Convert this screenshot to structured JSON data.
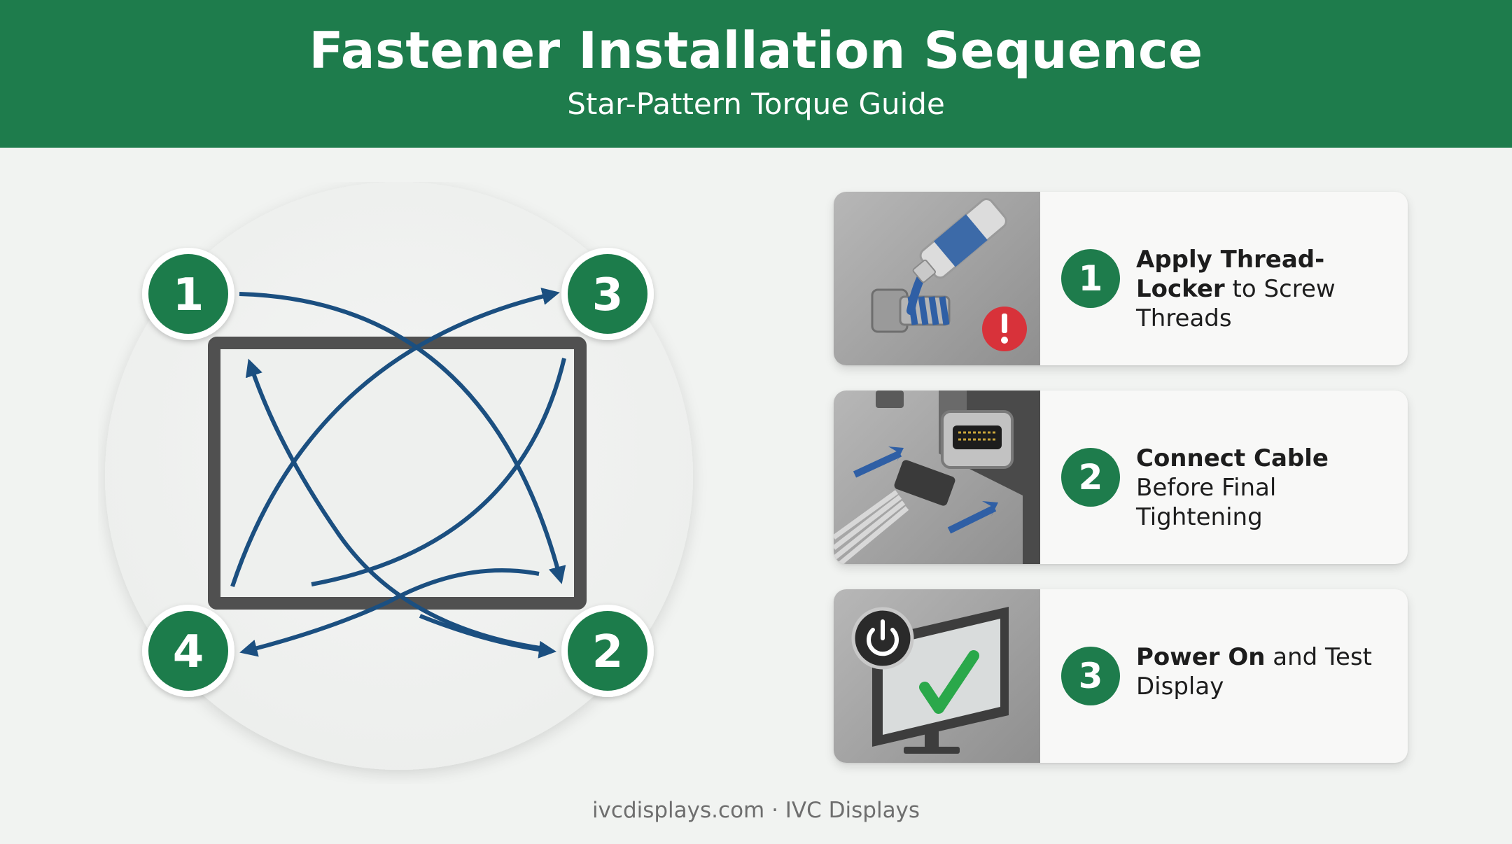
{
  "header": {
    "title": "Fastener Installation Sequence",
    "subtitle": "Star-Pattern Torque Guide"
  },
  "diagram": {
    "fasteners": [
      {
        "number": "1",
        "corner": "top-left"
      },
      {
        "number": "3",
        "corner": "top-right"
      },
      {
        "number": "4",
        "corner": "bottom-left"
      },
      {
        "number": "2",
        "corner": "bottom-right"
      }
    ],
    "colors": {
      "badge": "#1e7c4c",
      "arrow": "#1b4f80",
      "frame": "#505050"
    }
  },
  "steps": [
    {
      "number": "1",
      "bold": "Apply Thread-Locker",
      "rest": "to Screw Threads",
      "image_icon": "thread-locker-tube-icon"
    },
    {
      "number": "2",
      "bold": "Connect Cable",
      "rest": "Before Final Tightening",
      "image_icon": "cable-connector-icon"
    },
    {
      "number": "3",
      "bold": "Power On",
      "rest": "and Test Display",
      "image_icon": "monitor-power-check-icon"
    }
  ],
  "footer": {
    "text": "ivcdisplays.com · IVC Displays"
  }
}
